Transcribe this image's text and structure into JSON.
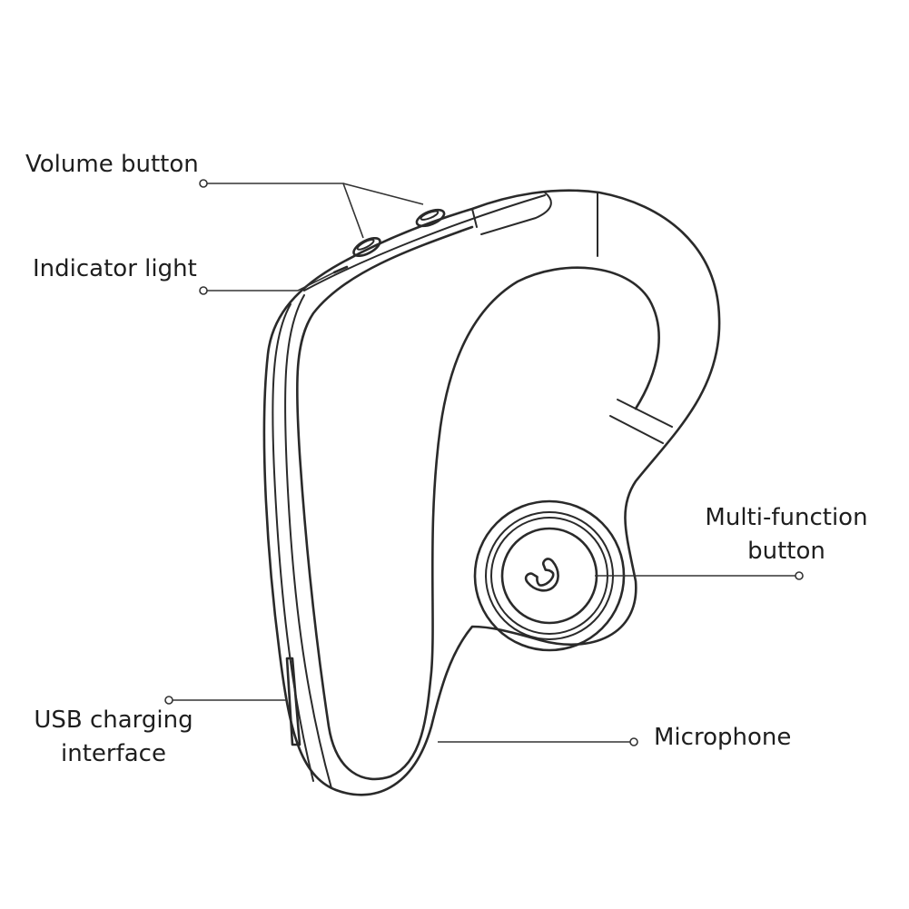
{
  "labels": {
    "volume_button": "Volume button",
    "indicator_light": "Indicator light",
    "multi_function_line1": "Multi-function",
    "multi_function_line2": "button",
    "usb_line1": "USB charging",
    "usb_line2": "interface",
    "microphone": "Microphone"
  },
  "icons": {
    "multi_function": "phone-handset-icon"
  },
  "colors": {
    "line": "#2a2a2a",
    "text": "#1e1e1e",
    "background": "#ffffff"
  }
}
